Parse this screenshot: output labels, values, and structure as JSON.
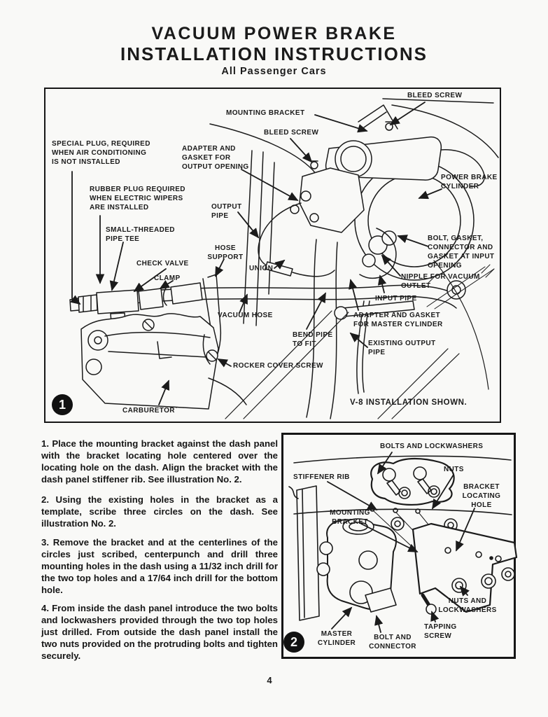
{
  "header": {
    "title_line1": "VACUUM POWER BRAKE",
    "title_line2": "INSTALLATION INSTRUCTIONS",
    "subtitle": "All Passenger Cars",
    "page_number": "4"
  },
  "colors": {
    "ink": "#1b1b1b",
    "paper": "#f9f9f7"
  },
  "figure1": {
    "number": "1",
    "caption": "V-8 INSTALLATION SHOWN.",
    "labels": {
      "special_plug": "SPECIAL PLUG, REQUIRED\nWHEN AIR CONDITIONING\nIS NOT INSTALLED",
      "mounting_bracket": "MOUNTING BRACKET",
      "bleed_screw_top": "BLEED SCREW",
      "bleed_screw": "BLEED SCREW",
      "adapter_output": "ADAPTER AND\nGASKET FOR\nOUTPUT OPENING",
      "power_brake_cylinder": "POWER BRAKE\nCYLINDER",
      "rubber_plug": "RUBBER PLUG REQUIRED\nWHEN ELECTRIC WIPERS\nARE INSTALLED",
      "output_pipe": "OUTPUT\nPIPE",
      "small_threaded_pipe_tee": "SMALL-THREADED\nPIPE TEE",
      "bolt_gasket_connector": "BOLT, GASKET,\nCONNECTOR AND\nGASKET AT INPUT\nOPENING",
      "hose_support": "HOSE\nSUPPORT",
      "check_valve": "CHECK VALVE",
      "union": "UNION",
      "clamp": "CLAMP",
      "nipple_vacuum_outlet": "NIPPLE FOR VACUUM\nOUTLET",
      "input_pipe": "INPUT PIPE",
      "vacuum_hose": "VACUUM HOSE",
      "adapter_master_cylinder": "ADAPTER AND GASKET\nFOR MASTER CYLINDER",
      "bend_pipe_to_fit": "BEND PIPE\nTO FIT",
      "existing_output_pipe": "EXISTING OUTPUT\nPIPE",
      "rocker_cover_screw": "ROCKER COVER SCREW",
      "carburetor": "CARBURETOR"
    }
  },
  "instructions": {
    "steps": [
      "1. Place the mounting bracket against the dash panel with the bracket locating hole centered over the locating hole on the dash. Align the bracket with the dash panel stiffener rib. See illustration No. 2.",
      "2. Using the existing holes in the bracket as a template, scribe three circles on the dash. See illustration No. 2.",
      "3. Remove the bracket and at the centerlines of the circles just scribed, centerpunch and drill three mounting holes in the dash using a 11/32 inch drill for the two top holes and a 17/64 inch drill for the bottom hole.",
      "4. From inside the dash panel introduce the two bolts and lockwashers provided through the two top holes just drilled. From outside the dash panel install the two nuts provided on the protruding bolts and tighten securely."
    ]
  },
  "figure2": {
    "number": "2",
    "labels": {
      "bolts_and_lockwashers": "BOLTS AND LOCKWASHERS",
      "nuts": "NUTS",
      "stiffener_rib": "STIFFENER RIB",
      "bracket_locating_hole": "BRACKET\nLOCATING\nHOLE",
      "mounting_bracket": "MOUNTING\nBRACKET",
      "nuts_and_lockwashers": "NUTS AND\nLOCKWASHERS",
      "tapping_screw": "TAPPING\nSCREW",
      "master_cylinder": "MASTER\nCYLINDER",
      "bolt_and_connector": "BOLT AND\nCONNECTOR"
    }
  }
}
